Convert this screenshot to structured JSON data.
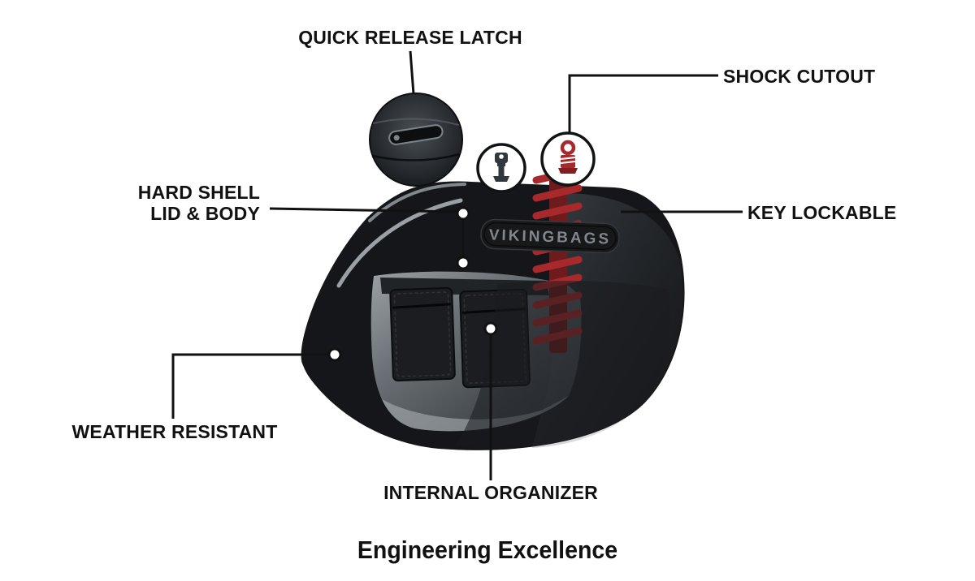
{
  "page": {
    "background": "#ffffff"
  },
  "brand_plaque": {
    "text": "VIKINGBAGS"
  },
  "callouts": {
    "quick_release_latch": {
      "label": "QUICK RELEASE LATCH"
    },
    "shock_cutout": {
      "label": "SHOCK CUTOUT"
    },
    "hard_shell": {
      "line1": "HARD SHELL",
      "line2": "LID & BODY"
    },
    "key_lockable": {
      "label": "KEY LOCKABLE"
    },
    "weather_resistant": {
      "label": "WEATHER RESISTANT"
    },
    "internal_organizer": {
      "label": "INTERNAL ORGANIZER"
    }
  },
  "footer": {
    "title": "Engineering Excellence"
  },
  "icons": {
    "latch": "quick-release-latch-icon",
    "key": "key-lock-icon",
    "shock": "shock-absorber-icon"
  },
  "colors": {
    "text": "#111111",
    "callout_line": "#111111",
    "bag_body": "#141619",
    "interior_gray": "#6d7379",
    "accent_stripe": "#9aa0a5",
    "shock_red": "#a8292c",
    "plaque_text": "#82878c",
    "background": "#ffffff"
  }
}
